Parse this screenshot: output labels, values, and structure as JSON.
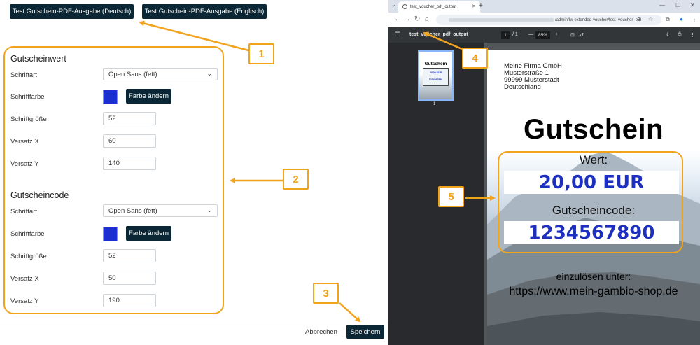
{
  "top_buttons": {
    "test_de": "Test Gutschein-PDF-Ausgabe (Deutsch)",
    "test_en": "Test Gutschein-PDF-Ausgabe (Englisch)"
  },
  "voucher_value": {
    "title": "Gutscheinwert",
    "font_label": "Schriftart",
    "font_value": "Open Sans (fett)",
    "color_label": "Schriftfarbe",
    "color_button": "Farbe ändern",
    "color": "#1b2fd0",
    "size_label": "Schriftgröße",
    "size_value": "52",
    "offset_x_label": "Versatz X",
    "offset_x_value": "60",
    "offset_y_label": "Versatz Y",
    "offset_y_value": "140"
  },
  "voucher_code": {
    "title": "Gutscheincode",
    "font_label": "Schriftart",
    "font_value": "Open Sans (fett)",
    "color_label": "Schriftfarbe",
    "color_button": "Farbe ändern",
    "color": "#1b2fd0",
    "size_label": "Schriftgröße",
    "size_value": "52",
    "offset_x_label": "Versatz X",
    "offset_x_value": "50",
    "offset_y_label": "Versatz Y",
    "offset_y_value": "190"
  },
  "footer": {
    "cancel": "Abbrechen",
    "save": "Speichern"
  },
  "annotations": {
    "n1": "1",
    "n2": "2",
    "n3": "3",
    "n4": "4",
    "n5": "5",
    "color": "#f2a31c"
  },
  "browser": {
    "tab_title": "test_voucher_pdf_output",
    "url_path": "/admin/lw-extended-voucher/test_voucher_p..."
  },
  "pdf_viewer": {
    "doc_title": "test_voucher_pdf_output",
    "page_current": "1",
    "page_total": "/ 1",
    "zoom": "85%",
    "thumb_number": "1"
  },
  "pdf_page": {
    "company": "Meine Firma GmbH",
    "street": "Musterstraße 1",
    "city": "99999 Musterstadt",
    "country": "Deutschland",
    "title": "Gutschein",
    "value_label": "Wert:",
    "value": "20,00 EUR",
    "code_label": "Gutscheincode:",
    "code": "1234567890",
    "redeem_label": "einzulösen unter:",
    "shop_url": "https://www.mein-gambio-shop.de"
  }
}
